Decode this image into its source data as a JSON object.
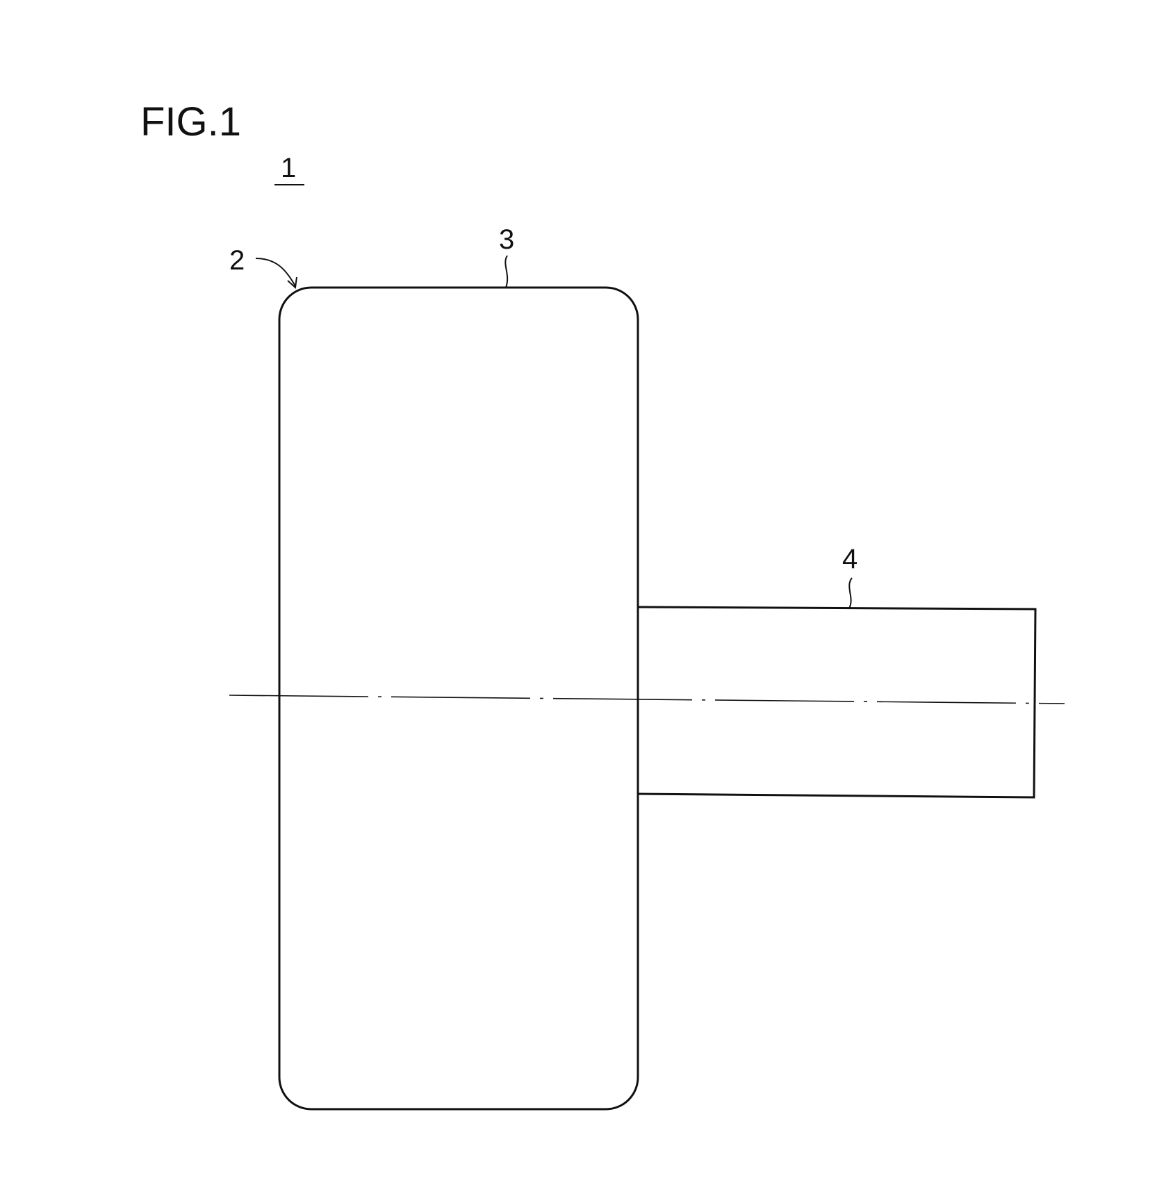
{
  "figure": {
    "title": "FIG.1",
    "labels": {
      "assembly": "1",
      "wheel": "2",
      "tread": "3",
      "shaft": "4"
    }
  }
}
